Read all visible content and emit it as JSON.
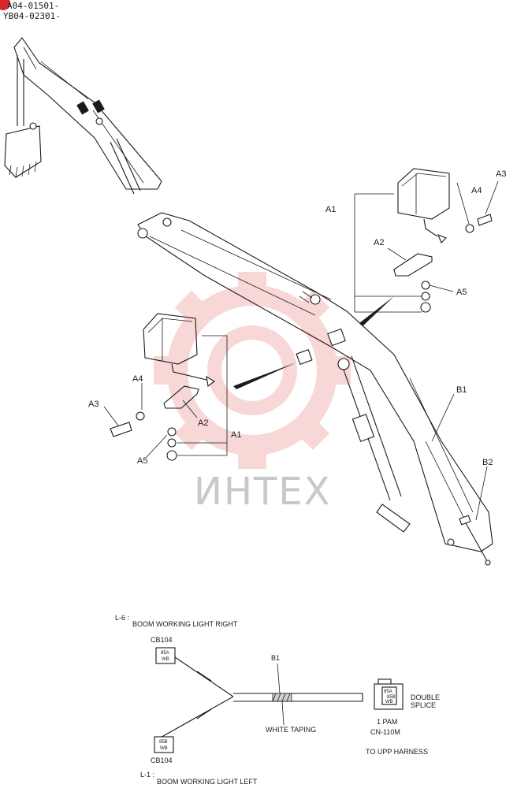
{
  "header": {
    "badge_color": "#d9262c",
    "serial_line_1": "A04-01501-",
    "serial_line_2": "YB04-02301-"
  },
  "watermark": {
    "text": "ИНТЕХ",
    "gear_color": "#f3b8b8"
  },
  "callouts": {
    "right": {
      "a1": "A1",
      "a2": "A2",
      "a3": "A3",
      "a4": "A4",
      "a5": "A5"
    },
    "left": {
      "a1": "A1",
      "a2": "A2",
      "a3": "A3",
      "a4": "A4",
      "a5": "A5"
    },
    "boom": {
      "b1": "B1",
      "b2": "B2"
    }
  },
  "wiring": {
    "top_ref": "L-6 :",
    "top_title": "BOOM WORKING LIGHT RIGHT",
    "top_connector": "CB104",
    "top_box_line1": "85A",
    "top_box_line2": "WB",
    "harness_label": "B1",
    "taping_label": "WHITE TAPING",
    "splice_label_1": "DOUBLE",
    "splice_label_2": "SPLICE",
    "splice_box_line1": "85A",
    "splice_box_line2": "85B",
    "splice_box_line3": "WB",
    "pam_label": "1 PAM",
    "cn_label": "CN-110M",
    "upp_label": "TO UPP HARNESS",
    "bottom_box_line1": "85B",
    "bottom_box_line2": "WB",
    "bottom_connector": "CB104",
    "bottom_ref": "L-1 :",
    "bottom_title": "BOOM WORKING LIGHT LEFT"
  }
}
